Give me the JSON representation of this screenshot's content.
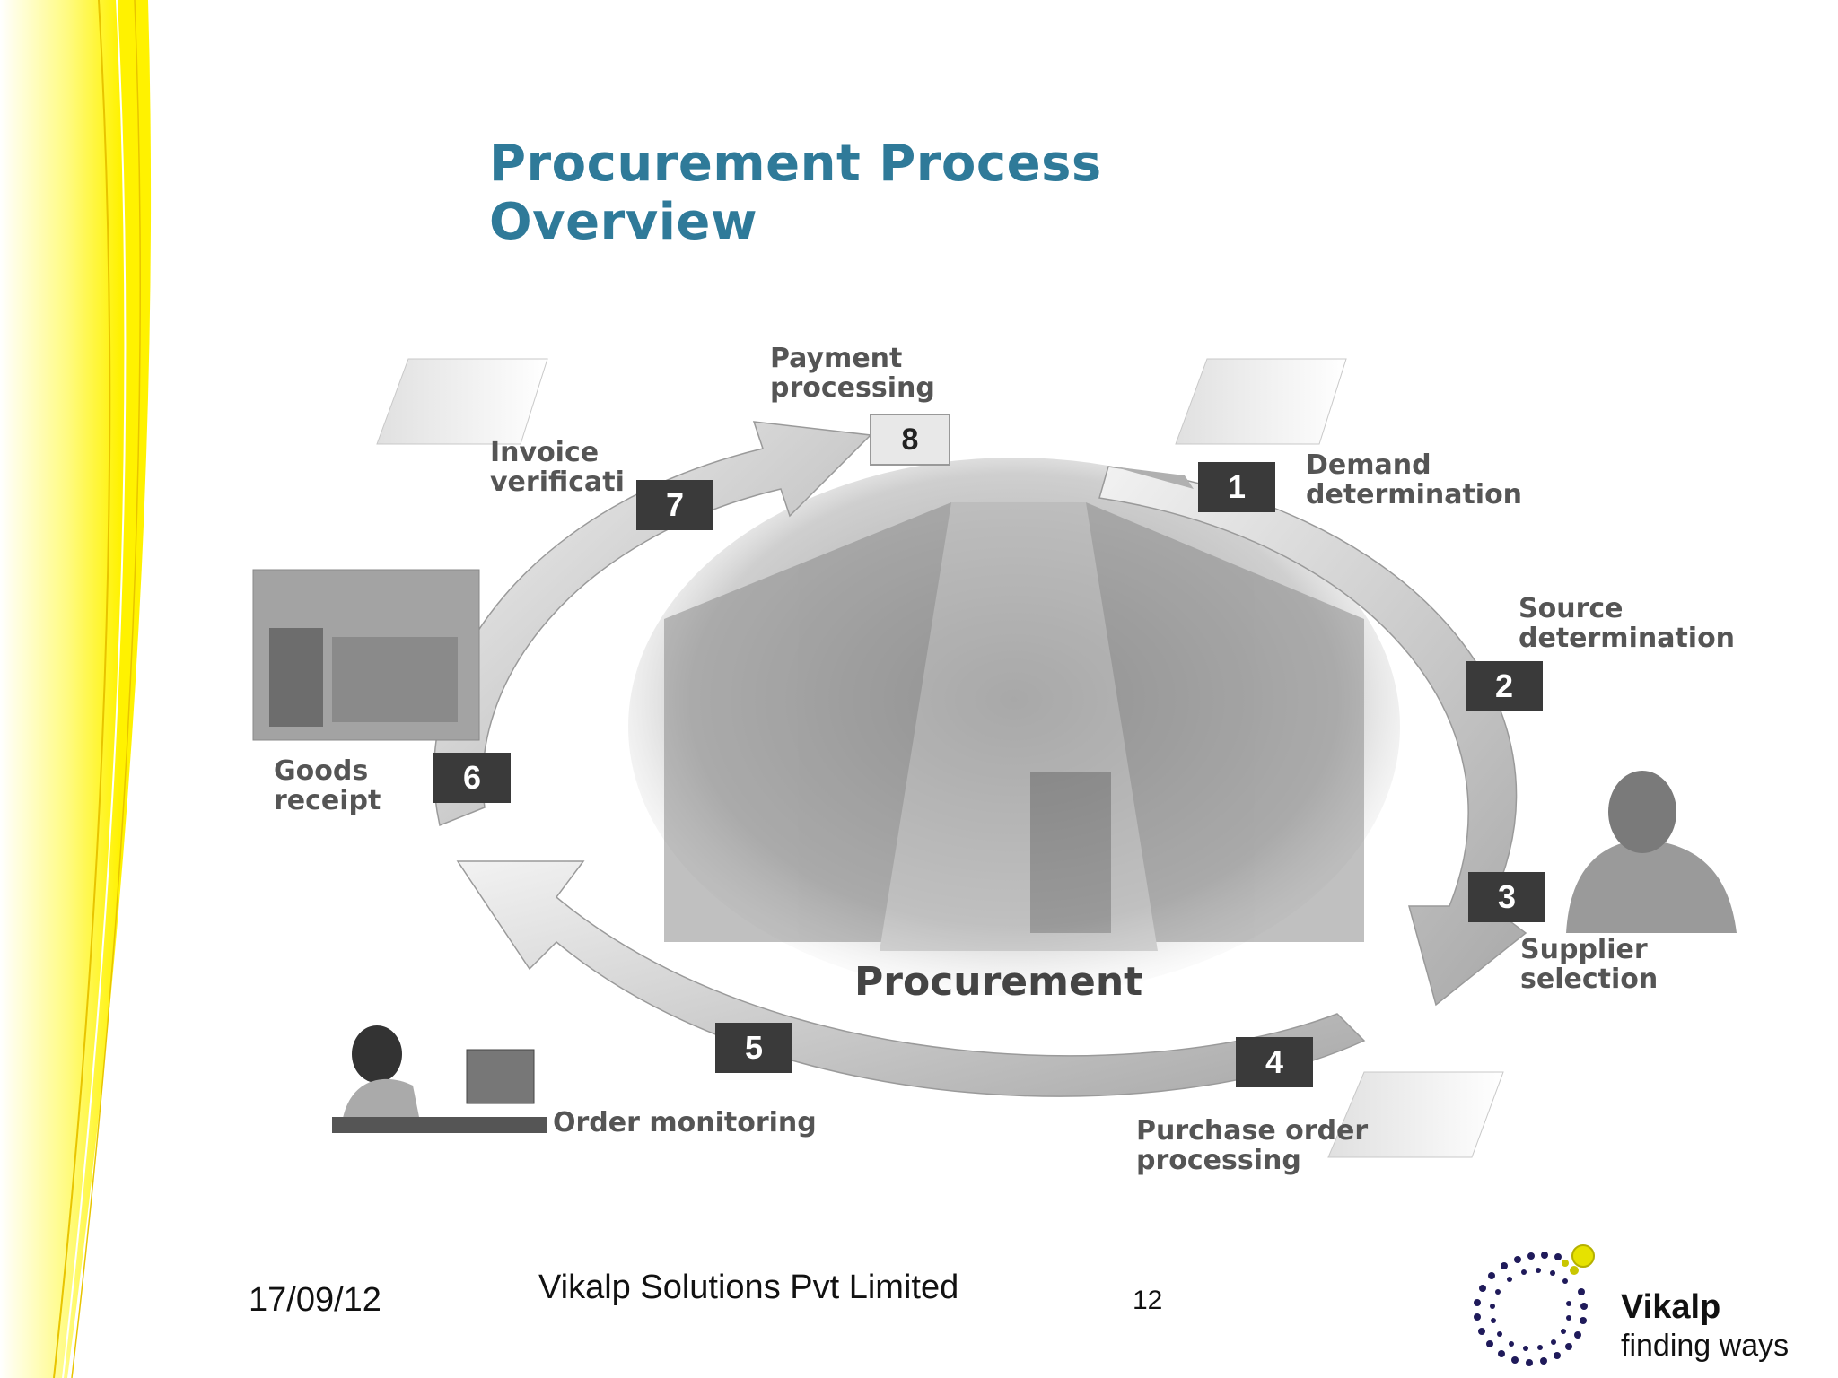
{
  "slide": {
    "title": "Procurement Process Overview",
    "center_label": "Procurement",
    "steps": [
      {
        "number": "1",
        "label_line1": "Demand",
        "label_line2": "determination"
      },
      {
        "number": "2",
        "label_line1": "Source",
        "label_line2": "determination"
      },
      {
        "number": "3",
        "label_line1": "Supplier",
        "label_line2": "selection"
      },
      {
        "number": "4",
        "label_line1": "Purchase order",
        "label_line2": "processing"
      },
      {
        "number": "5",
        "label_line1": "Order monitoring",
        "label_line2": ""
      },
      {
        "number": "6",
        "label_line1": "Goods",
        "label_line2": "receipt"
      },
      {
        "number": "7",
        "label_line1": "Invoice",
        "label_line2": "verificati"
      },
      {
        "number": "8",
        "label_line1": "Payment",
        "label_line2": "processing"
      }
    ]
  },
  "footer": {
    "date": "17/09/12",
    "company": "Vikalp Solutions Pvt Limited",
    "page_number": "12"
  },
  "logo": {
    "name": "Vikalp",
    "tagline": "finding ways"
  },
  "colors": {
    "title": "#2f7a99",
    "accent_yellow": "#fff200",
    "box_dark": "#3a3a3a",
    "logo_dots": "#1f1a5a"
  }
}
